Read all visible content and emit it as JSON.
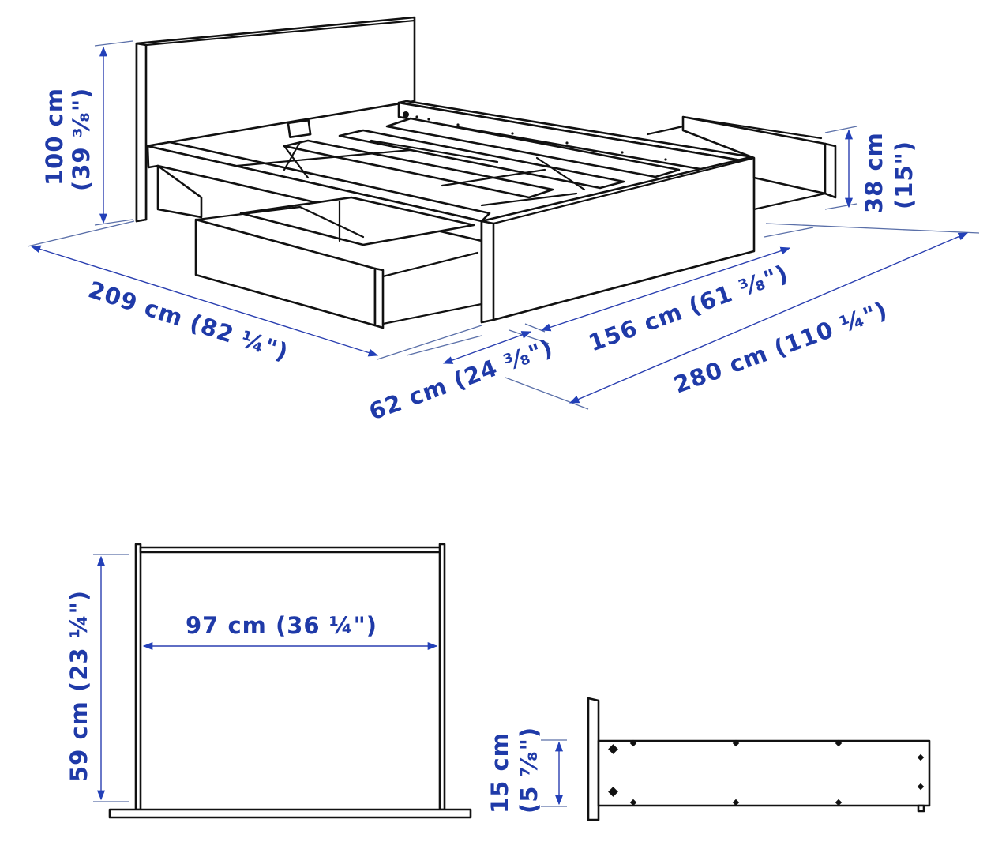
{
  "diagram": {
    "type": "product-dimension-drawing",
    "subject": "bed frame with storage drawers",
    "accent_color": "#1f3aa8",
    "line_color": "#111111"
  },
  "bed_view": {
    "height": {
      "cm": "100 cm",
      "in": "(39 ³⁄₈\")"
    },
    "length": {
      "label": "209 cm (82 ¼\")"
    },
    "drawer_depth": {
      "label": "62 cm (24 ³⁄₈\")"
    },
    "width": {
      "label": "156 cm (61 ³⁄₈\")"
    },
    "width_with_drawers": {
      "label": "280 cm (110 ¼\")"
    },
    "drawer_height": {
      "cm": "38 cm",
      "in": "(15\")"
    }
  },
  "drawer_front_view": {
    "width": {
      "label": "97 cm (36 ¼\")"
    },
    "height": {
      "label": "59 cm (23 ¼\")"
    }
  },
  "drawer_side_view": {
    "height": {
      "cm": "15 cm",
      "in": "(5 ⁷⁄₈\")"
    }
  }
}
